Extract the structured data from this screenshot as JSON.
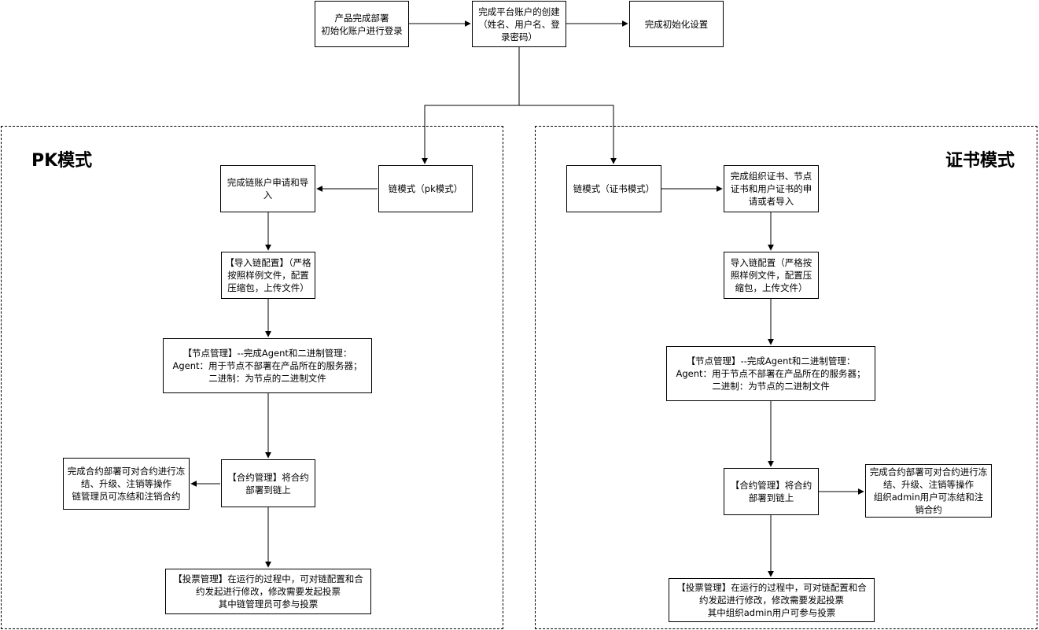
{
  "regions": {
    "pk": {
      "title": "PK模式"
    },
    "cert": {
      "title": "证书模式"
    }
  },
  "nodes": {
    "n1": "产品完成部署\n初始化账户进行登录",
    "n2": "完成平台账户的创建\n（姓名、用户名、登录密码）",
    "n3": "完成初始化设置",
    "pk_chain_mode": "链模式（pk模式）",
    "pk_account": "完成链账户申请和导入",
    "pk_import_config": "【导入链配置】（严格按照样例文件，配置压缩包，上传文件）",
    "pk_node_mgmt": "【节点管理】--完成Agent和二进制管理：\nAgent：用于节点不部署在产品所在的服务器；\n二进制：为节点的二进制文件",
    "pk_contract": "【合约管理】将合约部署到链上",
    "pk_contract_ops": "完成合约部署可对合约进行冻结、升级、注销等操作\n链管理员可冻结和注销合约",
    "pk_vote": "【投票管理】在运行的过程中，可对链配置和合约发起进行修改，修改需要发起投票\n其中链管理员可参与投票",
    "cert_chain_mode": "链模式（证书模式）",
    "cert_certs": "完成组织证书、节点证书和用户证书的申请或者导入",
    "cert_import_config": "导入链配置（严格按照样例文件，配置压缩包，上传文件）",
    "cert_node_mgmt": "【节点管理】--完成Agent和二进制管理：\nAgent：用于节点不部署在产品所在的服务器；\n二进制：为节点的二进制文件",
    "cert_contract": "【合约管理】将合约部署到链上",
    "cert_contract_ops": "完成合约部署可对合约进行冻结、升级、注销等操作\n组织admin用户可冻结和注销合约",
    "cert_vote": "【投票管理】在运行的过程中，可对链配置和合约发起进行修改，修改需要发起投票\n其中组织admin用户可参与投票"
  }
}
